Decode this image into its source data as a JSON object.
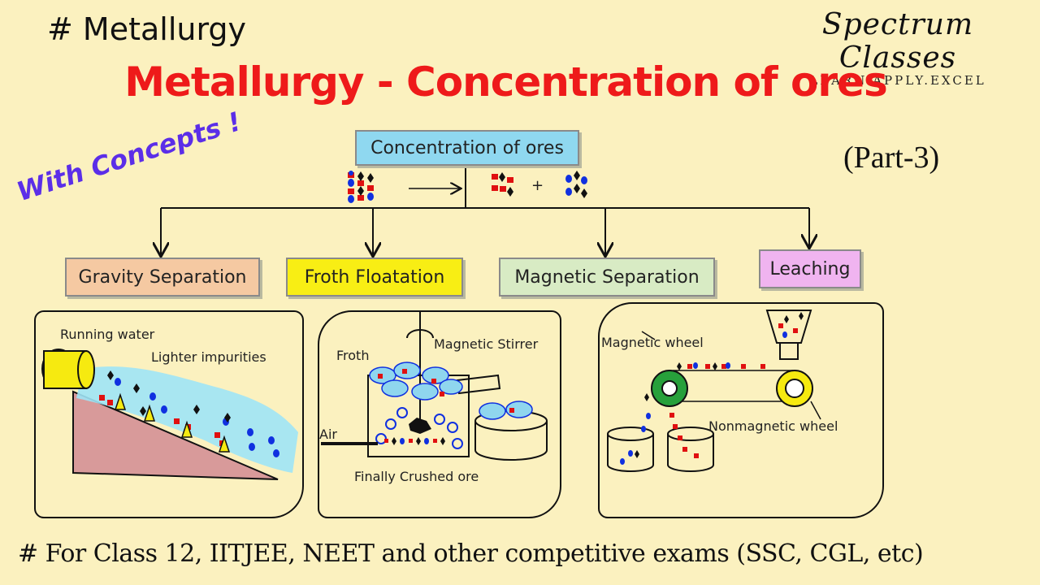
{
  "header": {
    "topic": "# Metallurgy",
    "title": "Metallurgy - Concentration of ores",
    "brand": {
      "name": "Spectrum Classes",
      "tagline": "LEARN.APPLY.EXCEL"
    },
    "sticker": "With Concepts !",
    "part": "(Part-3)"
  },
  "diagram": {
    "root": "Concentration of ores",
    "plus": "+",
    "methods": [
      {
        "label": "Gravity Separation",
        "color": "#f5c9a2"
      },
      {
        "label": "Froth Floatation",
        "color": "#f8ee14"
      },
      {
        "label": "Magnetic Separation",
        "color": "#d8ebc4"
      },
      {
        "label": "Leaching",
        "color": "#f0b4f0"
      }
    ]
  },
  "panels": {
    "gravity": {
      "running_water": "Running water",
      "lighter_impurities": "Lighter impurities"
    },
    "froth": {
      "froth": "Froth",
      "stirrer": "Magnetic Stirrer",
      "air": "Air",
      "crushed_ore": "Finally Crushed ore"
    },
    "magnetic": {
      "magnetic_wheel": "Magnetic wheel",
      "nonmagnetic_wheel": "Nonmagnetic wheel"
    }
  },
  "footer": "# For Class 12, IITJEE, NEET and other competitive exams (SSC, CGL, etc)",
  "colors": {
    "title": "#ee1a1a",
    "sticker": "#5b2ee8",
    "background": "#fbf1bf",
    "ore_red": "#e01010",
    "ore_blue": "#1030e0",
    "water": "#9fe4f6"
  }
}
